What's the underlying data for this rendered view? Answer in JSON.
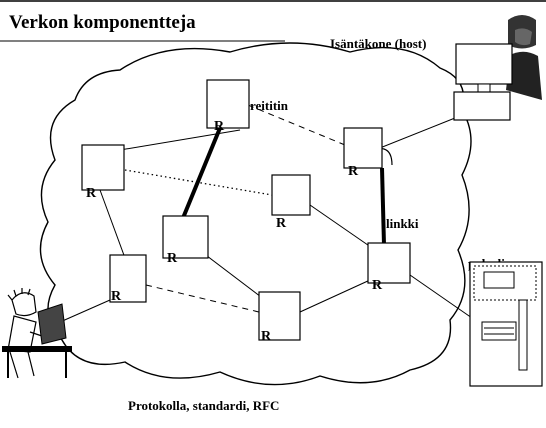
{
  "title": "Verkon komponentteja",
  "labels": {
    "host": "Isäntäkone (host)",
    "router": "reititin",
    "link": "linkki",
    "server": "palvelin"
  },
  "router_letter": "R",
  "caption": "Protokolla, standardi, RFC",
  "icons": [
    "person-at-workstation-icon",
    "user-at-laptop-icon",
    "server-tower-icon"
  ]
}
